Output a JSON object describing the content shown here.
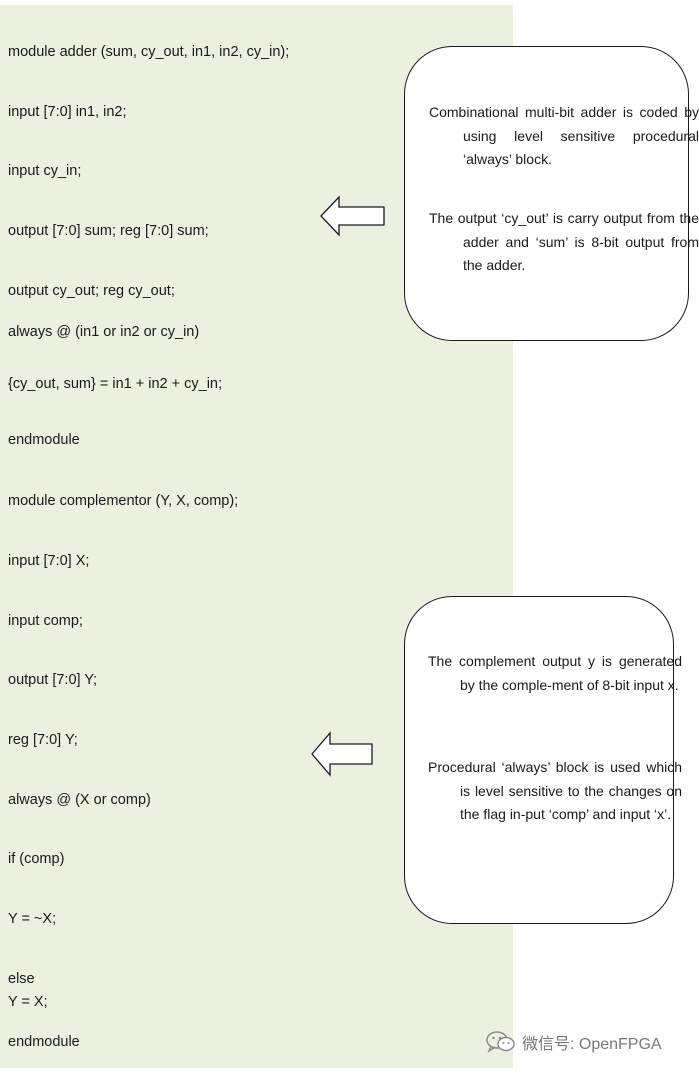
{
  "code_lines": [
    "module adder (sum, cy_out, in1, in2, cy_in);",
    "input [7:0] in1, in2;",
    "input cy_in;",
    "output [7:0] sum; reg [7:0] sum;",
    "output cy_out; reg cy_out;",
    "always @ (in1 or in2 or cy_in)",
    "{cy_out, sum} = in1 + in2 + cy_in;",
    "endmodule",
    "module complementor (Y, X, comp);",
    "input [7:0] X;",
    "input comp;",
    "output [7:0] Y;",
    "reg [7:0] Y;",
    "always @ (X or comp)",
    "if (comp)",
    "Y = ~X;",
    "else",
    "Y = X;",
    "endmodule"
  ],
  "callouts": [
    {
      "paragraphs": [
        "Combinational multi-bit adder is coded by using level sensitive procedural ‘always’ block.",
        "The output ‘cy_out’ is carry output from the adder and ‘sum’ is 8-bit output from the adder."
      ]
    },
    {
      "paragraphs": [
        "The complement output y is generated by the comple-ment of 8-bit input x.",
        "Procedural ‘always’ block is used which is level sensitive to the changes on the flag in-put ‘comp’ and input ‘x’."
      ]
    }
  ],
  "watermark": {
    "text": "微信号: OpenFPGA",
    "icon": "wechat-icon"
  },
  "colors": {
    "code_background": "#ebf1de",
    "border": "#1a1a1a"
  }
}
